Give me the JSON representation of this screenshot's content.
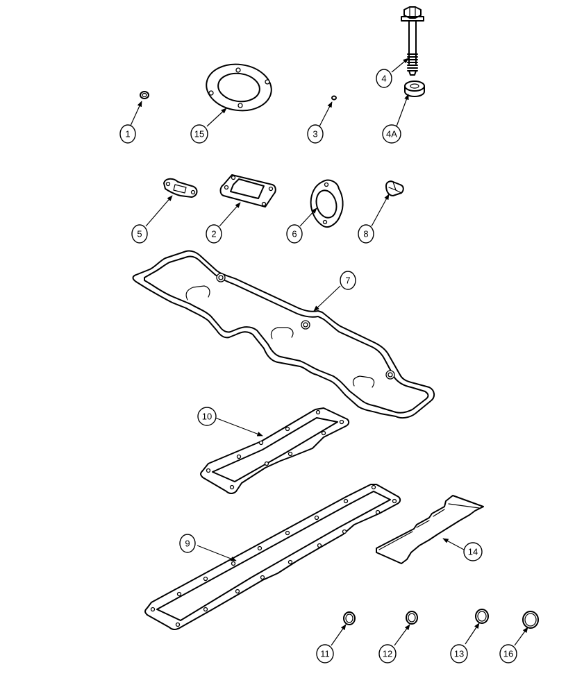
{
  "callouts": {
    "c1": "1",
    "c15": "15",
    "c3": "3",
    "c4": "4",
    "c4a": "4A",
    "c5": "5",
    "c2": "2",
    "c6": "6",
    "c8": "8",
    "c7": "7",
    "c10": "10",
    "c9": "9",
    "c14": "14",
    "c11": "11",
    "c12": "12",
    "c13": "13",
    "c16": "16"
  }
}
